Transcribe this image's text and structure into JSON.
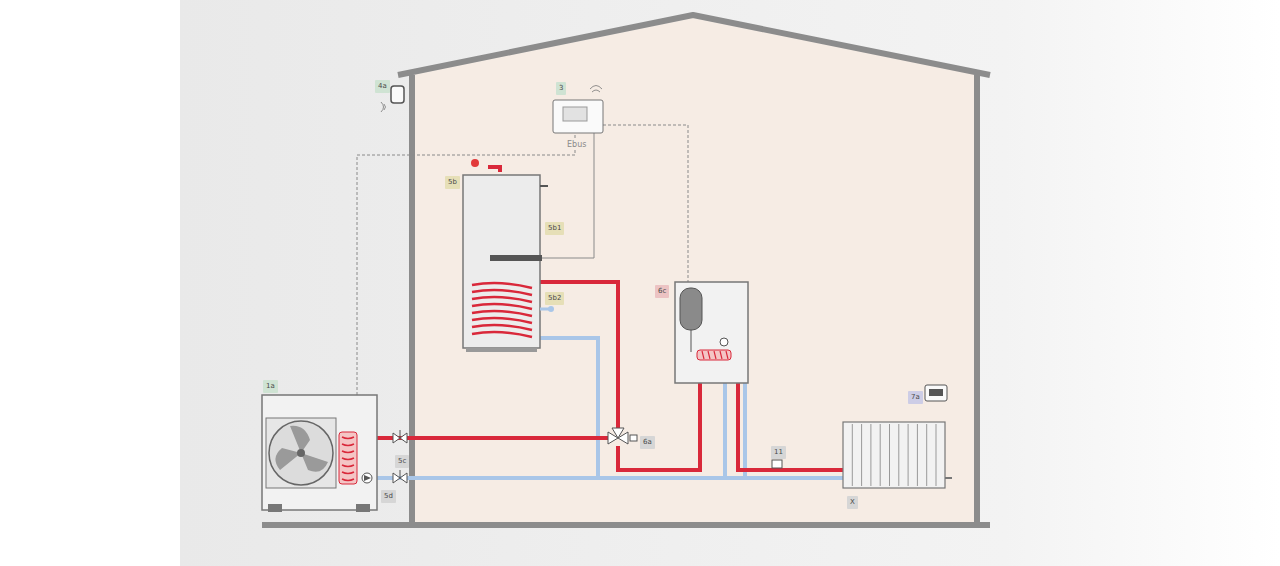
{
  "diagram": {
    "nodes": [
      {
        "text": [
          "4a"
        ]
      },
      {
        "text": [
          "3"
        ]
      },
      {
        "text": [
          "5b"
        ]
      },
      {
        "text": [
          "5b1"
        ]
      },
      {
        "text": [
          "5b2"
        ]
      },
      {
        "text": [
          "6c"
        ]
      },
      {
        "text": [
          "1a"
        ]
      },
      {
        "text": [
          "5c"
        ]
      },
      {
        "text": [
          "6a"
        ]
      },
      {
        "text": [
          "5d"
        ]
      },
      {
        "text": [
          "7a"
        ]
      },
      {
        "text": [
          "11"
        ]
      },
      {
        "text": [
          "X"
        ]
      }
    ],
    "labels": [
      "Ebus"
    ]
  }
}
